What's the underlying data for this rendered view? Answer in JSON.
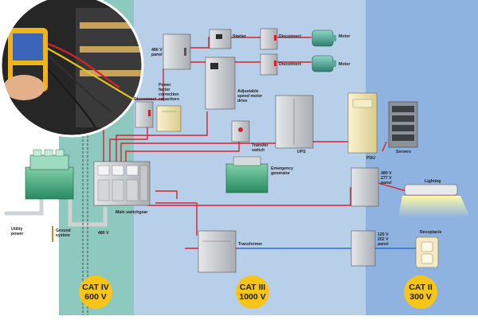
{
  "zones": [
    {
      "id": "cat4",
      "line1": "CAT IV",
      "line2": "600 V",
      "color": "#8ec9bf"
    },
    {
      "id": "cat3",
      "line1": "CAT III",
      "line2": "1000 V",
      "color": "#b7cfe9"
    },
    {
      "id": "cat2",
      "line1": "CAT II",
      "line2": "300 V",
      "color": "#8fb3e0"
    }
  ],
  "badge_color": "#f7c51a",
  "wire_colors": {
    "power": "#d8232a",
    "low_voltage": "#2a6fd6",
    "service": "#cfd3d6"
  },
  "labels": {
    "panel480": [
      "480 V",
      "panel"
    ],
    "starter": [
      "Starter"
    ],
    "disconnect_top": [
      "Disconnect"
    ],
    "motor_top": [
      "Motor"
    ],
    "disconnect_mid": [
      "Disconnect"
    ],
    "motor_mid": [
      "Motor"
    ],
    "asd": [
      "Adjustable",
      "speed motor",
      "drive"
    ],
    "pfc": [
      "Power",
      "factor",
      "correction",
      "capacitors"
    ],
    "disconnect_left": [
      "Disconnect"
    ],
    "transfer": [
      "Transfer",
      "switch"
    ],
    "ups": [
      "UPS"
    ],
    "pdu": [
      "PDU"
    ],
    "servers": [
      "Servers"
    ],
    "generator": [
      "Emergency",
      "generator"
    ],
    "panel480_277": [
      "480 V",
      "277 V",
      "panel"
    ],
    "lighting": [
      "Lighting"
    ],
    "switchgear": [
      "Main switchgear"
    ],
    "service_voltage": [
      "480 V"
    ],
    "utility": [
      "Utility",
      "power"
    ],
    "ground": [
      "Ground",
      "system"
    ],
    "transformer": [
      "Transformer"
    ],
    "panel120": [
      "120 V",
      "202 V",
      "panel"
    ],
    "receptacle": [
      "Receptacle"
    ]
  },
  "inset_photo": {
    "meter_screen": "Fluke 435 power quality analyzer display"
  }
}
